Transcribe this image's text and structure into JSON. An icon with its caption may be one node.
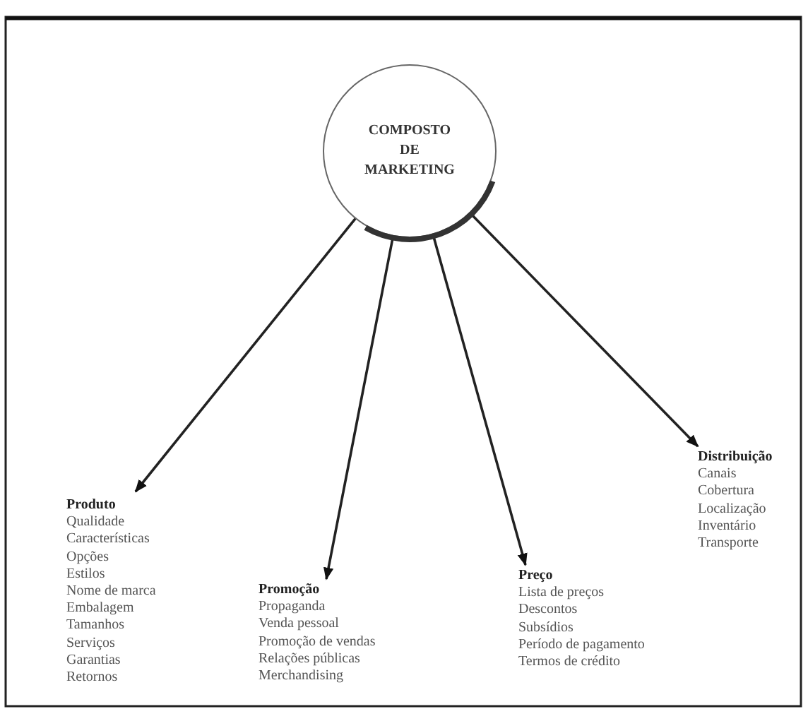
{
  "diagram": {
    "nodes": [
      {
        "text": [
          "COMPOSTO DE MARKETING"
        ]
      },
      {
        "text": [
          "Produto",
          "Qualidade",
          "Características",
          "Opções",
          "Estilos",
          "Nome de marca",
          "Embalagem",
          "Tamanhos",
          "Serviços",
          "Garantias",
          "Retornos"
        ]
      },
      {
        "text": [
          "Promoção",
          "Propaganda",
          "Venda pessoal",
          "Promoção de vendas",
          "Relações públicas",
          "Merchandising"
        ]
      },
      {
        "text": [
          "Preço",
          "Lista de preços",
          "Descontos",
          "Subsídios",
          "Período de pagamento",
          "Termos de crédito"
        ]
      },
      {
        "text": [
          "Distribuição",
          "Canais",
          "Cobertura",
          "Localização",
          "Inventário",
          "Transporte"
        ]
      }
    ],
    "edges": [
      {
        "from": 0,
        "to": 1,
        "arrow": "to"
      },
      {
        "from": 0,
        "to": 2,
        "arrow": "to"
      },
      {
        "from": 0,
        "to": 3,
        "arrow": "to"
      },
      {
        "from": 0,
        "to": 4,
        "arrow": "to"
      }
    ]
  }
}
